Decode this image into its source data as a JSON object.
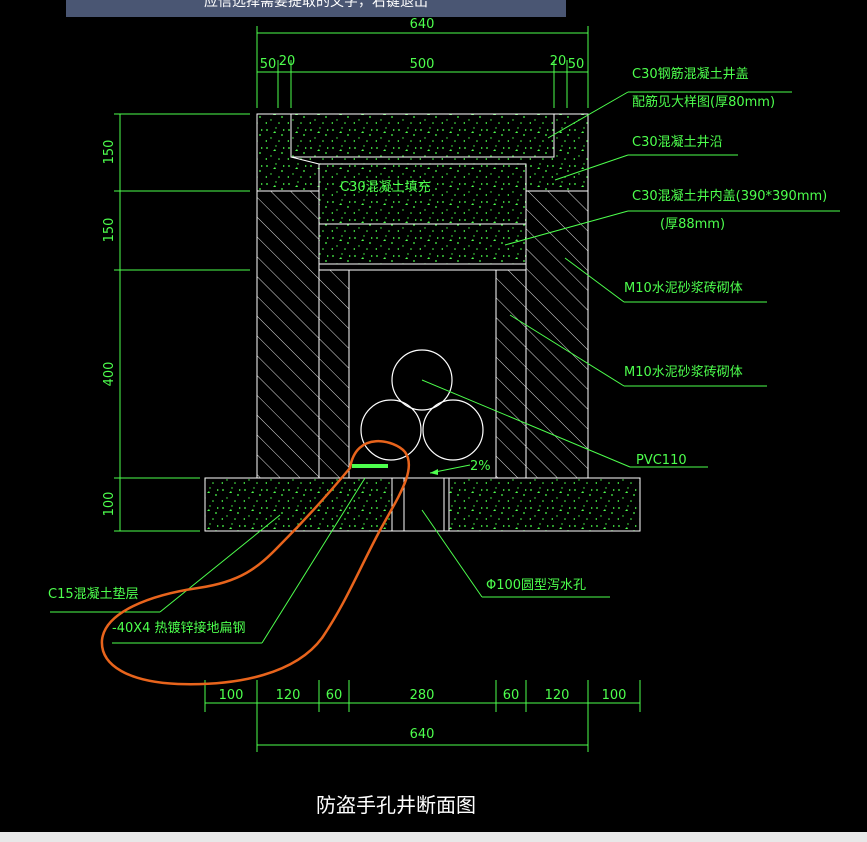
{
  "tooltip": "应信选择需要提取的文字，右键退出",
  "title": "防盗手孔井断面图",
  "dims_top": {
    "overall": "640",
    "d1": "50",
    "d2": "20",
    "d3": "500",
    "d4": "20",
    "d5": "50"
  },
  "dims_left": [
    "150",
    "150",
    "400",
    "100"
  ],
  "dims_bottom": [
    "100",
    "120",
    "60",
    "280",
    "60",
    "120",
    "100"
  ],
  "dims_bottom_total": "640",
  "labels": {
    "cover_a": "C30钢筋混凝土井盖",
    "cover_b": "配筋见大样图(厚80mm)",
    "rim": "C30混凝土井沿",
    "inner_a": "C30混凝土井内盖(390*390mm)",
    "inner_b": "(厚88mm)",
    "masonry1": "M10水泥砂浆砖砌体",
    "masonry2": "M10水泥砂浆砖砌体",
    "pvc": "PVC110",
    "drain": "Φ100圆型泻水孔",
    "cushion": "C15混凝土垫层",
    "steel": "-40X4 热镀锌接地扁钢",
    "fill": "C30混凝土填充",
    "slope": "2%"
  },
  "colors": {
    "line": "#ffffff",
    "text": "#4dff4d",
    "annotation": "#e8641c",
    "bar": "#4a5673"
  }
}
